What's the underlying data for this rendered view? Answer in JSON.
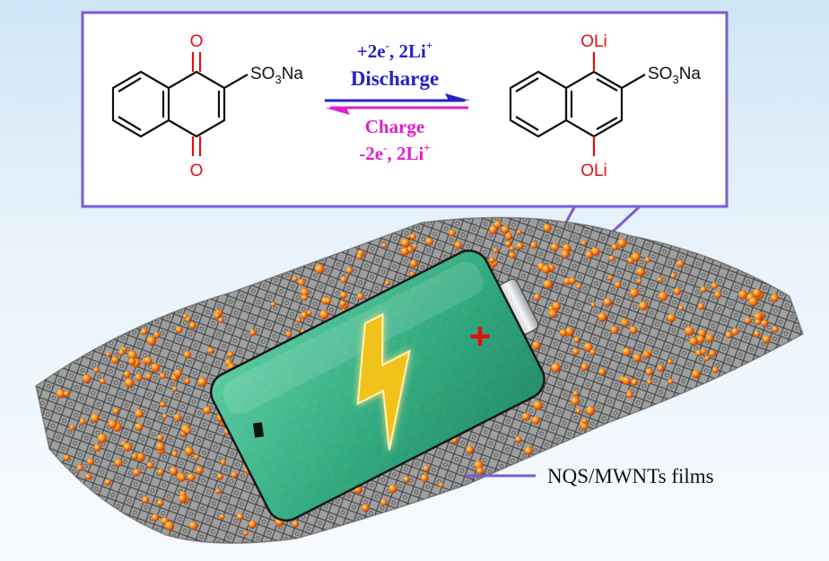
{
  "reaction": {
    "reactant": {
      "top_oxygen": "O",
      "bottom_oxygen": "O",
      "substituent": "SO3Na"
    },
    "product": {
      "top_group": "OLi",
      "bottom_group": "OLi",
      "substituent": "SO3Na"
    },
    "forward": {
      "line1": "+2e-, 2Li+",
      "line2": "Discharge"
    },
    "reverse": {
      "line1": "Charge",
      "line2": "-2e-, 2Li+"
    }
  },
  "battery": {
    "positive_symbol": "+",
    "negative_symbol": "-"
  },
  "legend": {
    "label": "NQS/MWNTs films"
  },
  "colors": {
    "box_border": "#7b5ad9",
    "oxygen_red": "#e01010",
    "discharge_blue": "#2222cc",
    "charge_magenta": "#e020c8",
    "battery_green": "#3dbf91",
    "bolt_yellow": "#f2c21a",
    "nanoparticle_orange": "#f7931e"
  }
}
